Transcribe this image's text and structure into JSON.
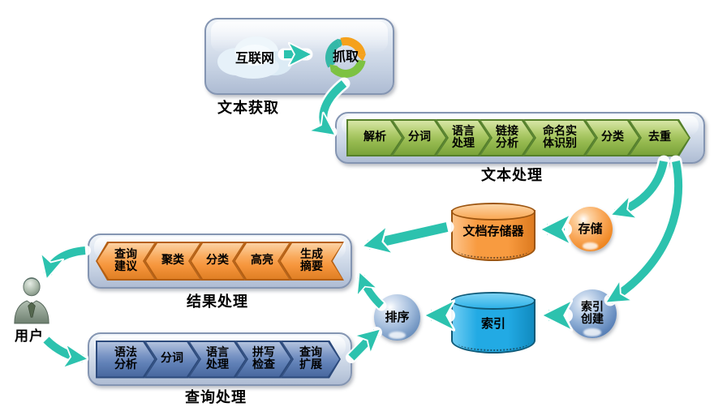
{
  "text_acquisition": {
    "caption": "文本获取",
    "internet_label": "互联网",
    "crawl_label": "抓取"
  },
  "text_processing": {
    "caption": "文本处理",
    "steps": [
      "解析",
      "分词",
      "语言\n处理",
      "链接\n分析",
      "命名实\n体识别",
      "分类",
      "去重"
    ]
  },
  "result_processing": {
    "caption": "结果处理",
    "steps": [
      "查询\n建议",
      "聚类",
      "分类",
      "高亮",
      "生成\n摘要"
    ]
  },
  "query_processing": {
    "caption": "查询处理",
    "steps": [
      "语法\n分析",
      "分词",
      "语言\n处理",
      "拼写\n检查",
      "查询\n扩展"
    ]
  },
  "storage": {
    "sphere_label": "存储",
    "cylinder_label": "文档存储器"
  },
  "indexing": {
    "sphere_label": "索引\n创建",
    "cylinder_label": "索引"
  },
  "ranking": {
    "sphere_label": "排序"
  },
  "user": {
    "label": "用户"
  },
  "colors": {
    "arrow_teal": "#2cc2ae",
    "panel_fill": "#cfd9e8",
    "panel_border": "#8495b2",
    "step_green": "#9cbf53",
    "step_orange": "#f79a43",
    "step_blue": "#5a7fba",
    "cylinder_orange": "#f89b40",
    "cylinder_blue": "#22aae4",
    "sphere_orange": "#ef8722",
    "sphere_blue": "#5b82b8",
    "sphere_steel": "#6f93c0"
  }
}
